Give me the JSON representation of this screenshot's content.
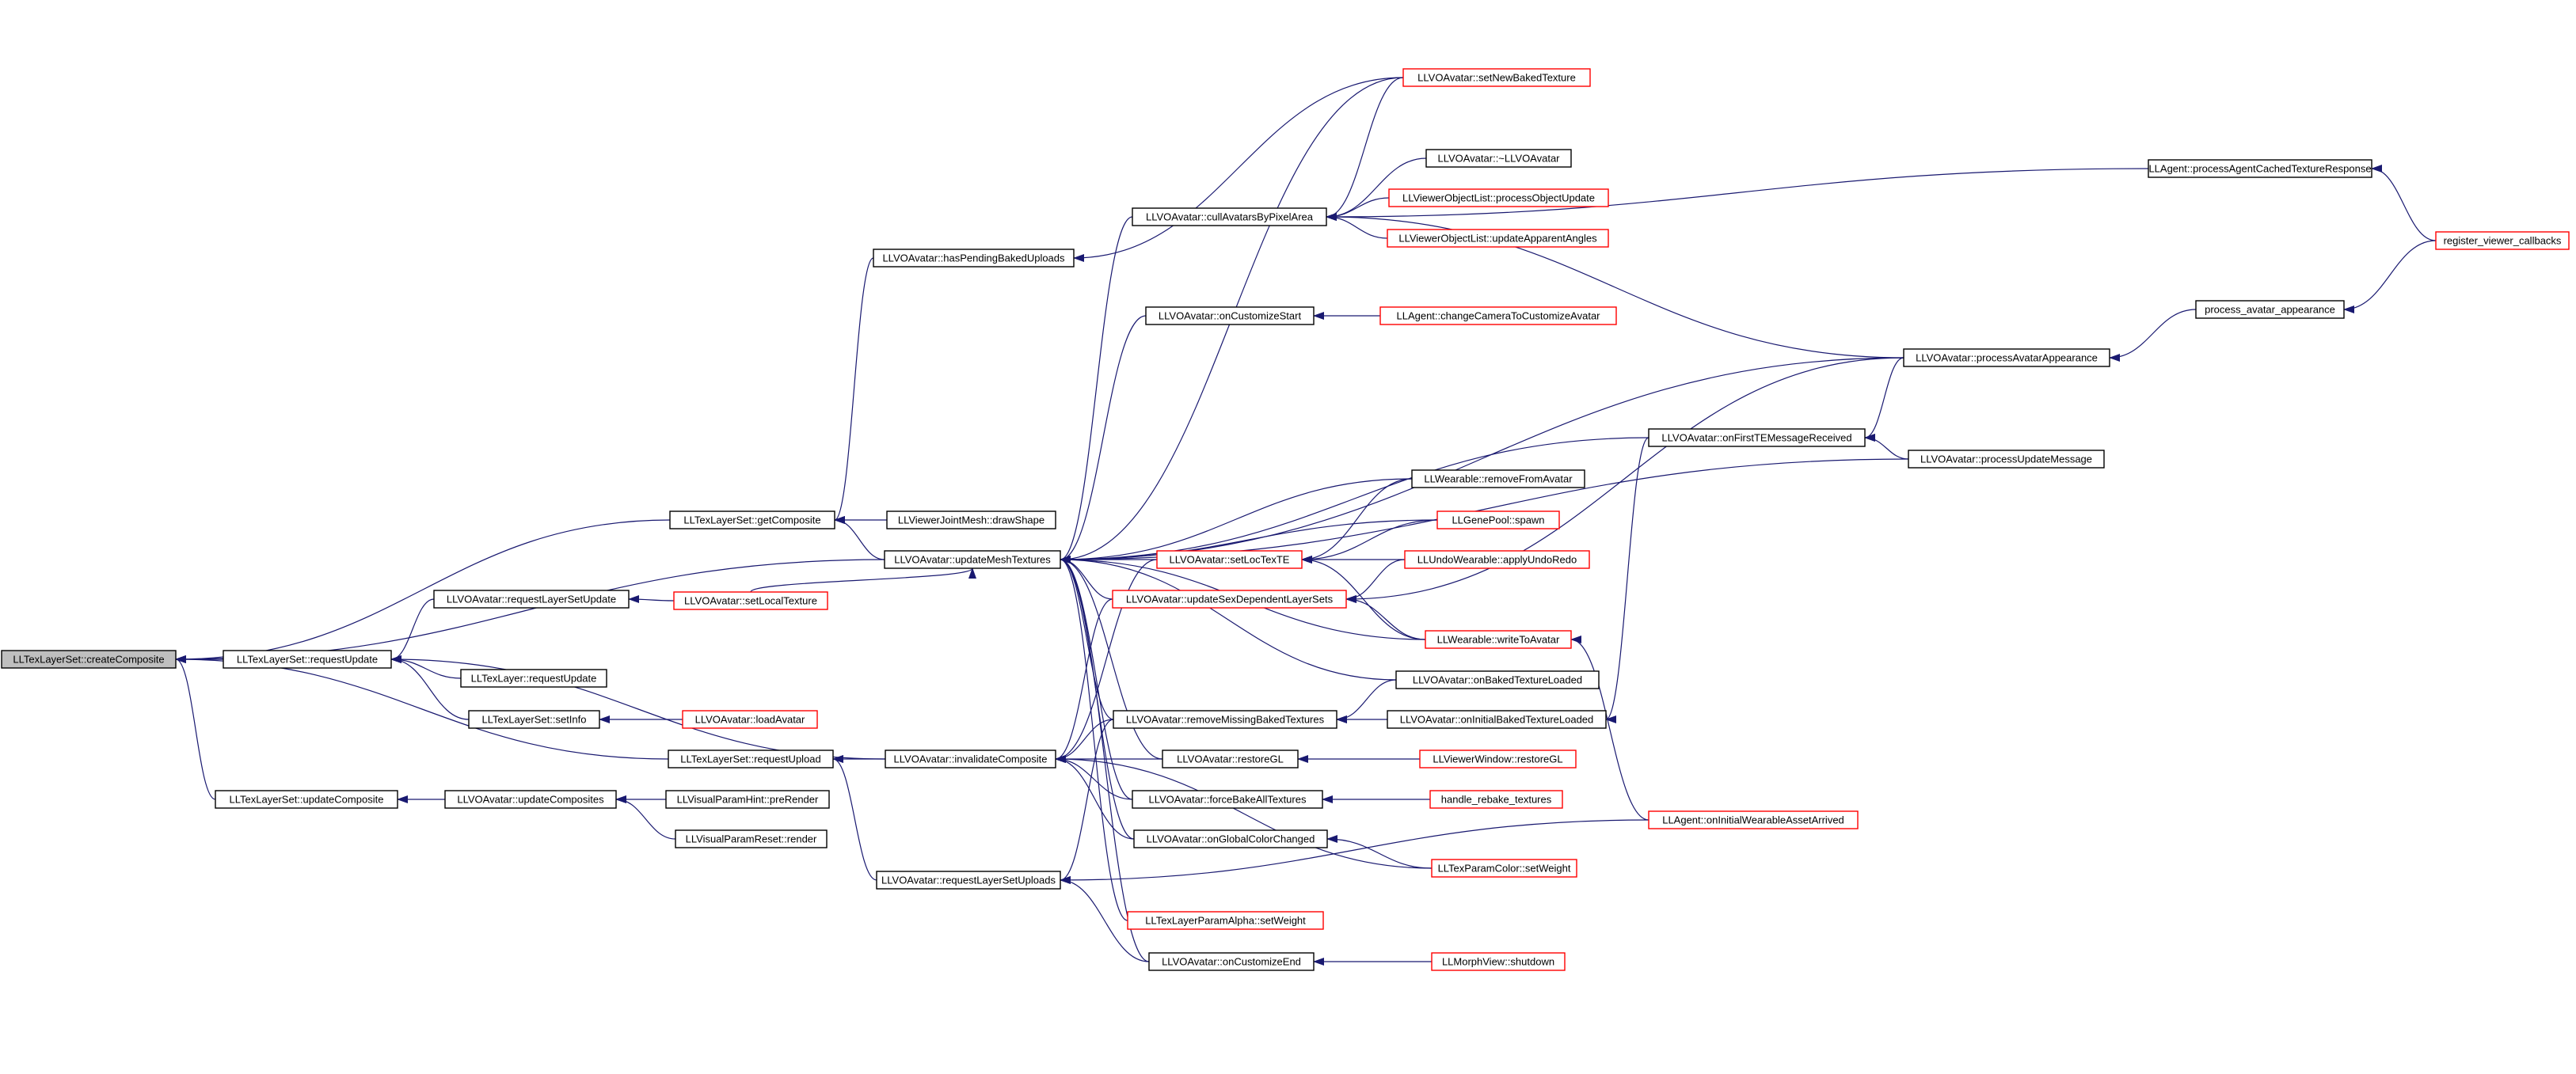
{
  "nodes": {
    "createComposite": {
      "label": "LLTexLayerSet::createComposite",
      "style": "root"
    },
    "requestUpdate": {
      "label": "LLTexLayerSet::requestUpdate",
      "style": "black"
    },
    "updateComposite": {
      "label": "LLTexLayerSet::updateComposite",
      "style": "black"
    },
    "requestLayerSetUpdate": {
      "label": "LLVOAvatar::requestLayerSetUpdate",
      "style": "black"
    },
    "layerRequestUpdate": {
      "label": "LLTexLayer::requestUpdate",
      "style": "black"
    },
    "setInfo": {
      "label": "LLTexLayerSet::setInfo",
      "style": "black"
    },
    "updateComposites": {
      "label": "LLVOAvatar::updateComposites",
      "style": "black"
    },
    "getComposite": {
      "label": "LLTexLayerSet::getComposite",
      "style": "black"
    },
    "requestUpload": {
      "label": "LLTexLayerSet::requestUpload",
      "style": "black"
    },
    "setLocalTexture": {
      "label": "LLVOAvatar::setLocalTexture",
      "style": "red"
    },
    "loadAvatar": {
      "label": "LLVOAvatar::loadAvatar",
      "style": "red"
    },
    "preRender": {
      "label": "LLVisualParamHint::preRender",
      "style": "black"
    },
    "paramResetRender": {
      "label": "LLVisualParamReset::render",
      "style": "black"
    },
    "hasPendingBakedUploads": {
      "label": "LLVOAvatar::hasPendingBakedUploads",
      "style": "black"
    },
    "updateMeshTextures": {
      "label": "LLVOAvatar::updateMeshTextures",
      "style": "black"
    },
    "invalidateComposite": {
      "label": "LLVOAvatar::invalidateComposite",
      "style": "black"
    },
    "requestLayerSetUploads": {
      "label": "LLVOAvatar::requestLayerSetUploads",
      "style": "black"
    },
    "drawShape": {
      "label": "LLViewerJointMesh::drawShape",
      "style": "black"
    },
    "cullAvatarsByPixelArea": {
      "label": "LLVOAvatar::cullAvatarsByPixelArea",
      "style": "black"
    },
    "onCustomizeStart": {
      "label": "LLVOAvatar::onCustomizeStart",
      "style": "black"
    },
    "setLocTexTE": {
      "label": "LLVOAvatar::setLocTexTE",
      "style": "red"
    },
    "updateSexDependentLayerSets": {
      "label": "LLVOAvatar::updateSexDependentLayerSets",
      "style": "red"
    },
    "removeMissingBakedTextures": {
      "label": "LLVOAvatar::removeMissingBakedTextures",
      "style": "black"
    },
    "restoreGL": {
      "label": "LLVOAvatar::restoreGL",
      "style": "black"
    },
    "forceBakeAllTextures": {
      "label": "LLVOAvatar::forceBakeAllTextures",
      "style": "black"
    },
    "onGlobalColorChanged": {
      "label": "LLVOAvatar::onGlobalColorChanged",
      "style": "black"
    },
    "texLayerParamAlphaSetWeight": {
      "label": "LLTexLayerParamAlpha::setWeight",
      "style": "red"
    },
    "onCustomizeEnd": {
      "label": "LLVOAvatar::onCustomizeEnd",
      "style": "black"
    },
    "setNewBakedTexture": {
      "label": "LLVOAvatar::setNewBakedTexture",
      "style": "red"
    },
    "avatarDestructor": {
      "label": "LLVOAvatar::~LLVOAvatar",
      "style": "black"
    },
    "processObjectUpdate": {
      "label": "LLViewerObjectList::processObjectUpdate",
      "style": "red"
    },
    "updateApparentAngles": {
      "label": "LLViewerObjectList::updateApparentAngles",
      "style": "red"
    },
    "changeCameraToCustomizeAvatar": {
      "label": "LLAgent::changeCameraToCustomizeAvatar",
      "style": "red"
    },
    "removeFromAvatar": {
      "label": "LLWearable::removeFromAvatar",
      "style": "black"
    },
    "genePoolSpawn": {
      "label": "LLGenePool::spawn",
      "style": "red"
    },
    "applyUndoRedo": {
      "label": "LLUndoWearable::applyUndoRedo",
      "style": "red"
    },
    "writeToAvatar": {
      "label": "LLWearable::writeToAvatar",
      "style": "red"
    },
    "onBakedTextureLoaded": {
      "label": "LLVOAvatar::onBakedTextureLoaded",
      "style": "black"
    },
    "onInitialBakedTextureLoaded": {
      "label": "LLVOAvatar::onInitialBakedTextureLoaded",
      "style": "black"
    },
    "viewerWindowRestoreGL": {
      "label": "LLViewerWindow::restoreGL",
      "style": "red"
    },
    "handleRebakeTextures": {
      "label": "handle_rebake_textures",
      "style": "red"
    },
    "texParamColorSetWeight": {
      "label": "LLTexParamColor::setWeight",
      "style": "red"
    },
    "morphViewShutdown": {
      "label": "LLMorphView::shutdown",
      "style": "red"
    },
    "onFirstTEMessageReceived": {
      "label": "LLVOAvatar::onFirstTEMessageReceived",
      "style": "black"
    },
    "processAvatarAppearance": {
      "label": "LLVOAvatar::processAvatarAppearance",
      "style": "black"
    },
    "processUpdateMessage": {
      "label": "LLVOAvatar::processUpdateMessage",
      "style": "black"
    },
    "processAgentCachedTextureResponse": {
      "label": "LLAgent::processAgentCachedTextureResponse",
      "style": "black"
    },
    "processAvatarAppearanceCallback": {
      "label": "process_avatar_appearance",
      "style": "black"
    },
    "registerViewerCallbacks": {
      "label": "register_viewer_callbacks",
      "style": "red"
    },
    "onInitialWearableAssetArrived": {
      "label": "LLAgent::onInitialWearableAssetArrived",
      "style": "red"
    }
  },
  "edges": [
    [
      "createComposite",
      "requestUpdate"
    ],
    [
      "createComposite",
      "getComposite"
    ],
    [
      "createComposite",
      "updateMeshTextures"
    ],
    [
      "createComposite",
      "requestUpload"
    ],
    [
      "createComposite",
      "updateComposite"
    ],
    [
      "requestUpdate",
      "requestLayerSetUpdate"
    ],
    [
      "requestUpdate",
      "layerRequestUpdate"
    ],
    [
      "requestUpdate",
      "setInfo"
    ],
    [
      "requestUpdate",
      "invalidateComposite"
    ],
    [
      "requestLayerSetUpdate",
      "setLocalTexture"
    ],
    [
      "setInfo",
      "loadAvatar"
    ],
    [
      "updateComposite",
      "updateComposites"
    ],
    [
      "updateComposites",
      "preRender"
    ],
    [
      "updateComposites",
      "paramResetRender"
    ],
    [
      "getComposite",
      "hasPendingBakedUploads"
    ],
    [
      "getComposite",
      "drawShape"
    ],
    [
      "getComposite",
      "updateMeshTextures"
    ],
    [
      "requestUpload",
      "invalidateComposite"
    ],
    [
      "requestUpload",
      "requestLayerSetUploads"
    ],
    [
      "updateMeshTextures",
      "setLocalTexture"
    ],
    [
      "hasPendingBakedUploads",
      "setNewBakedTexture"
    ],
    [
      "updateMeshTextures",
      "setNewBakedTexture"
    ],
    [
      "updateMeshTextures",
      "cullAvatarsByPixelArea"
    ],
    [
      "updateMeshTextures",
      "onCustomizeStart"
    ],
    [
      "updateMeshTextures",
      "processAvatarAppearance"
    ],
    [
      "updateMeshTextures",
      "onFirstTEMessageReceived"
    ],
    [
      "updateMeshTextures",
      "processUpdateMessage"
    ],
    [
      "updateMeshTextures",
      "removeFromAvatar"
    ],
    [
      "updateMeshTextures",
      "setLocTexTE"
    ],
    [
      "updateMeshTextures",
      "genePoolSpawn"
    ],
    [
      "updateMeshTextures",
      "updateSexDependentLayerSets"
    ],
    [
      "updateMeshTextures",
      "writeToAvatar"
    ],
    [
      "updateMeshTextures",
      "removeMissingBakedTextures"
    ],
    [
      "updateMeshTextures",
      "onBakedTextureLoaded"
    ],
    [
      "updateMeshTextures",
      "restoreGL"
    ],
    [
      "updateMeshTextures",
      "forceBakeAllTextures"
    ],
    [
      "updateMeshTextures",
      "onGlobalColorChanged"
    ],
    [
      "updateMeshTextures",
      "texLayerParamAlphaSetWeight"
    ],
    [
      "updateMeshTextures",
      "onCustomizeEnd"
    ],
    [
      "invalidateComposite",
      "setLocTexTE"
    ],
    [
      "invalidateComposite",
      "updateSexDependentLayerSets"
    ],
    [
      "invalidateComposite",
      "removeMissingBakedTextures"
    ],
    [
      "invalidateComposite",
      "restoreGL"
    ],
    [
      "invalidateComposite",
      "forceBakeAllTextures"
    ],
    [
      "invalidateComposite",
      "onGlobalColorChanged"
    ],
    [
      "invalidateComposite",
      "texParamColorSetWeight"
    ],
    [
      "requestLayerSetUploads",
      "removeMissingBakedTextures"
    ],
    [
      "requestLayerSetUploads",
      "onCustomizeEnd"
    ],
    [
      "requestLayerSetUploads",
      "onInitialWearableAssetArrived"
    ],
    [
      "cullAvatarsByPixelArea",
      "setNewBakedTexture"
    ],
    [
      "cullAvatarsByPixelArea",
      "processAgentCachedTextureResponse"
    ],
    [
      "cullAvatarsByPixelArea",
      "avatarDestructor"
    ],
    [
      "cullAvatarsByPixelArea",
      "processObjectUpdate"
    ],
    [
      "cullAvatarsByPixelArea",
      "updateApparentAngles"
    ],
    [
      "cullAvatarsByPixelArea",
      "processAvatarAppearance"
    ],
    [
      "onCustomizeStart",
      "changeCameraToCustomizeAvatar"
    ],
    [
      "setLocTexTE",
      "removeFromAvatar"
    ],
    [
      "setLocTexTE",
      "genePoolSpawn"
    ],
    [
      "setLocTexTE",
      "applyUndoRedo"
    ],
    [
      "setLocTexTE",
      "writeToAvatar"
    ],
    [
      "updateSexDependentLayerSets",
      "applyUndoRedo"
    ],
    [
      "updateSexDependentLayerSets",
      "writeToAvatar"
    ],
    [
      "updateSexDependentLayerSets",
      "processAvatarAppearance"
    ],
    [
      "removeMissingBakedTextures",
      "onBakedTextureLoaded"
    ],
    [
      "removeMissingBakedTextures",
      "onInitialBakedTextureLoaded"
    ],
    [
      "restoreGL",
      "viewerWindowRestoreGL"
    ],
    [
      "forceBakeAllTextures",
      "handleRebakeTextures"
    ],
    [
      "onGlobalColorChanged",
      "texParamColorSetWeight"
    ],
    [
      "onCustomizeEnd",
      "morphViewShutdown"
    ],
    [
      "onFirstTEMessageReceived",
      "processAvatarAppearance"
    ],
    [
      "onFirstTEMessageReceived",
      "processUpdateMessage"
    ],
    [
      "processAvatarAppearance",
      "processAvatarAppearanceCallback"
    ],
    [
      "processAvatarAppearanceCallback",
      "registerViewerCallbacks"
    ],
    [
      "processAgentCachedTextureResponse",
      "registerViewerCallbacks"
    ],
    [
      "writeToAvatar",
      "onInitialWearableAssetArrived"
    ],
    [
      "onInitialBakedTextureLoaded",
      "onFirstTEMessageReceived"
    ]
  ]
}
